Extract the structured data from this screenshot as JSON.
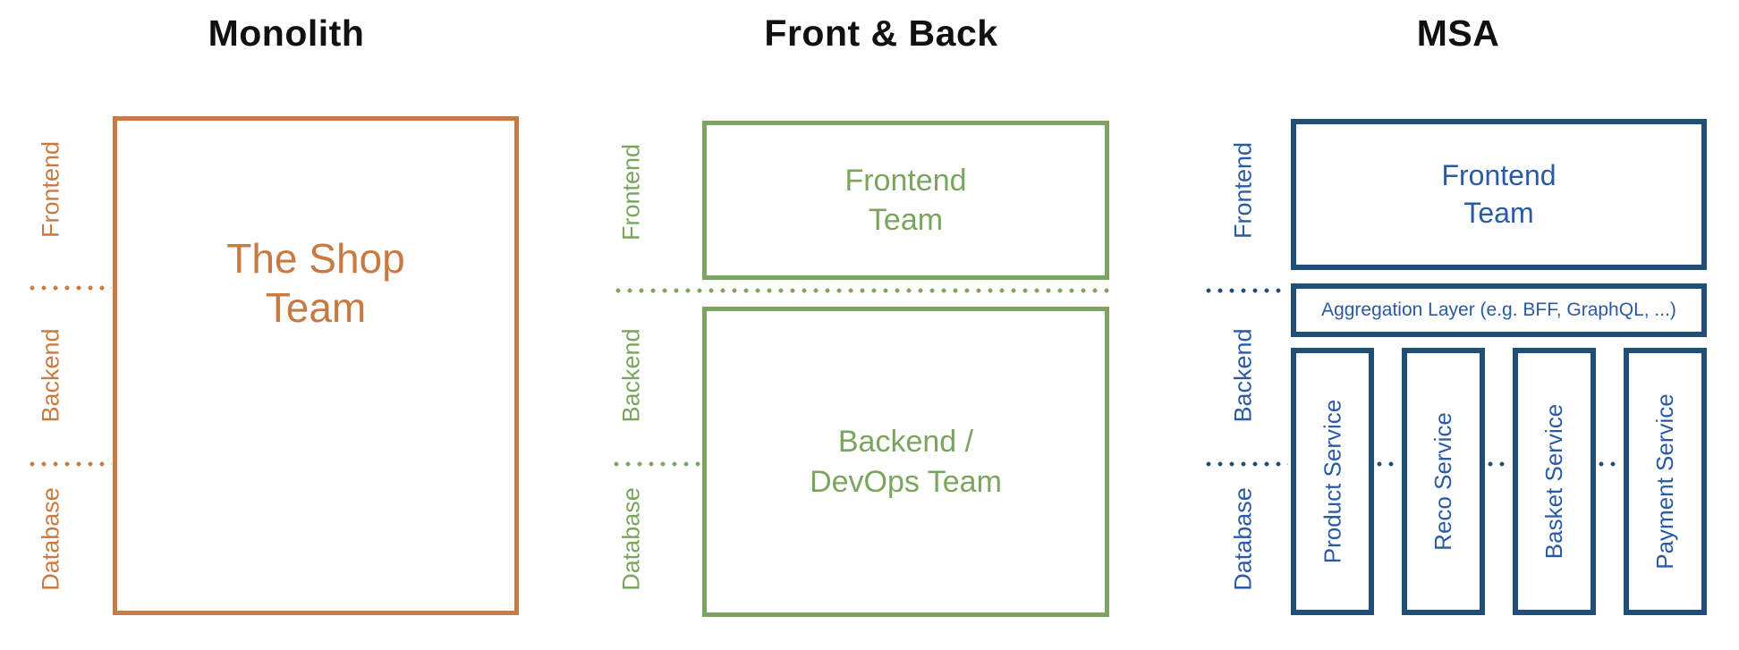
{
  "colors": {
    "orange": "#C77B43",
    "green": "#7BA55C",
    "navy": "#1F4E79",
    "blue-text": "#2A5AA4",
    "title-text": "#111111",
    "background": "#FFFFFF"
  },
  "panels": {
    "monolith": {
      "title": "Monolith",
      "side_labels": {
        "frontend": "Frontend",
        "backend": "Backend",
        "database": "Database"
      },
      "team_box": {
        "line1": "The Shop",
        "line2": "Team"
      }
    },
    "front_back": {
      "title": "Front & Back",
      "side_labels": {
        "frontend": "Frontend",
        "backend": "Backend",
        "database": "Database"
      },
      "frontend_box": {
        "line1": "Frontend",
        "line2": "Team"
      },
      "backend_box": {
        "line1": "Backend /",
        "line2": "DevOps Team"
      }
    },
    "msa": {
      "title": "MSA",
      "side_labels": {
        "frontend": "Frontend",
        "backend": "Backend",
        "database": "Database"
      },
      "frontend_box": {
        "line1": "Frontend",
        "line2": "Team"
      },
      "aggregation_label": "Aggregation Layer (e.g. BFF, GraphQL, ...)",
      "services": [
        "Product Service",
        "Reco Service",
        "Basket Service",
        "Payment Service"
      ]
    }
  }
}
